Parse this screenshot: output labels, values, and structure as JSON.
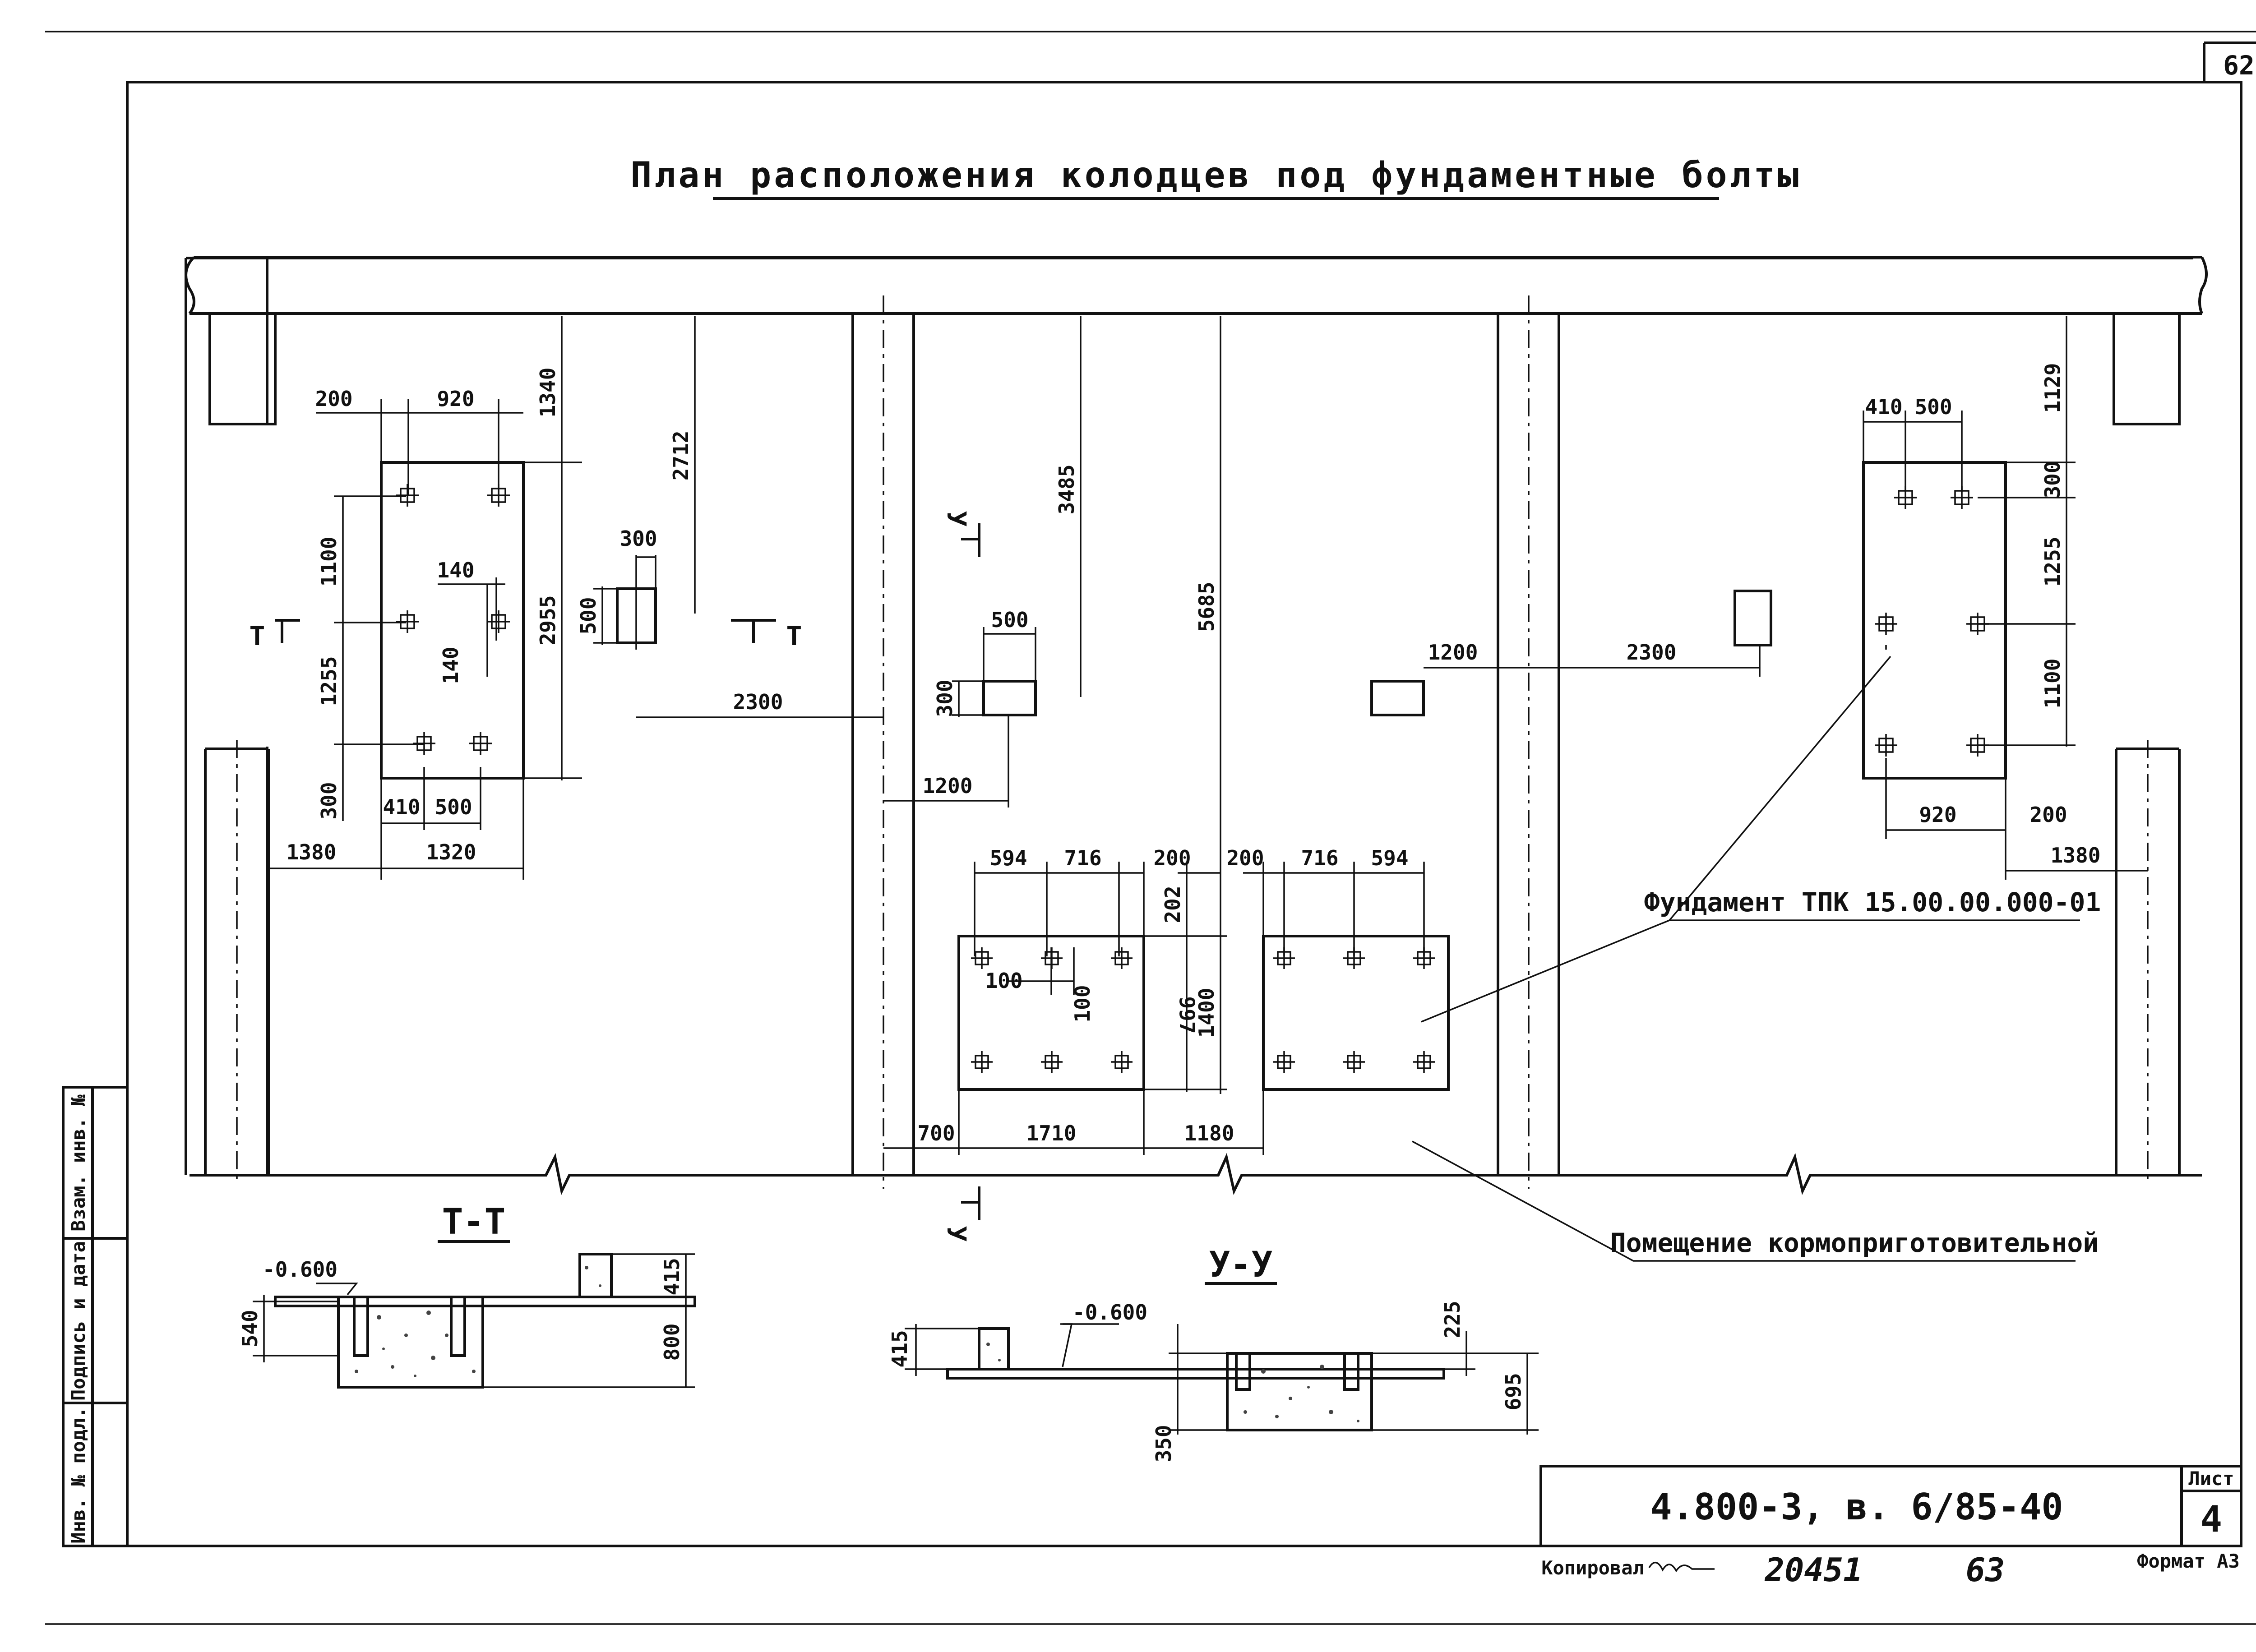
{
  "page_number": "62",
  "title": "План расположения колодцев под фундаментные болты",
  "section_labels": {
    "t": "Т",
    "u": "У",
    "tt": "Т-Т",
    "uu": "У-У"
  },
  "callouts": {
    "foundation": "Фундамент ТПК 15.00.00.000-01",
    "room": "Помещение кормоприготовительной"
  },
  "dims": {
    "l_200": "200",
    "l_920": "920",
    "l_1340": "1340",
    "l_2712": "2712",
    "l_1100": "1100",
    "l_140a": "140",
    "l_140b": "140",
    "l_2955": "2955",
    "l_300a": "300",
    "l_500a": "500",
    "l_1255": "1255",
    "l_2300": "2300",
    "l_300b": "300",
    "l_410": "410",
    "l_500b": "500",
    "l_1380": "1380",
    "l_1320": "1320",
    "m_3485": "3485",
    "m_5685": "5685",
    "m_500": "500",
    "m_300": "300",
    "m_1200": "1200",
    "m_594a": "594",
    "m_716a": "716",
    "m_200a": "200",
    "m_200b": "200",
    "m_716b": "716",
    "m_594b": "594",
    "m_202": "202",
    "m_100a": "100",
    "m_100b": "100",
    "m_997": "997",
    "m_1400": "1400",
    "m_700": "700",
    "m_1710": "1710",
    "m_1180": "1180",
    "r_1129": "1129",
    "r_410": "410",
    "r_500": "500",
    "r_300": "300",
    "r_1255": "1255",
    "r_1100": "1100",
    "r_1200": "1200",
    "r_2300": "2300",
    "r_920": "920",
    "r_200": "200",
    "r_1380": "1380",
    "s_0600a": "-0.600",
    "s_540": "540",
    "s_415a": "415",
    "s_800": "800",
    "s_0600b": "-0.600",
    "s_415b": "415",
    "s_225": "225",
    "s_695": "695",
    "s_350": "350"
  },
  "side_stamp": {
    "inv_podl": "Инв. № подл.",
    "podpis": "Подпись и дата",
    "vzam": "Взам. инв. №"
  },
  "title_block": {
    "code": "4.800-3, в. 6/85-40",
    "list_label": "Лист",
    "list_number": "4",
    "copied": "Копировал",
    "number": "20451",
    "page_hand": "63",
    "format": "Формат А3"
  }
}
